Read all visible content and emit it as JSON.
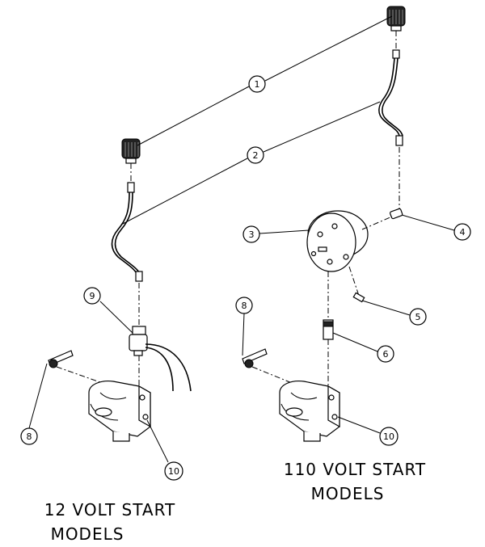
{
  "callouts": [
    {
      "id": "1",
      "label": "1"
    },
    {
      "id": "2",
      "label": "2"
    },
    {
      "id": "3",
      "label": "3"
    },
    {
      "id": "4",
      "label": "4"
    },
    {
      "id": "5",
      "label": "5"
    },
    {
      "id": "6",
      "label": "6"
    },
    {
      "id": "8a",
      "label": "8"
    },
    {
      "id": "8b",
      "label": "8"
    },
    {
      "id": "9",
      "label": "9"
    },
    {
      "id": "10a",
      "label": "10"
    },
    {
      "id": "10b",
      "label": "10"
    }
  ],
  "captions": {
    "left_line1": "12 VOLT START",
    "left_line2": "MODELS",
    "right_line1": "110 VOLT START",
    "right_line2": "MODELS"
  }
}
